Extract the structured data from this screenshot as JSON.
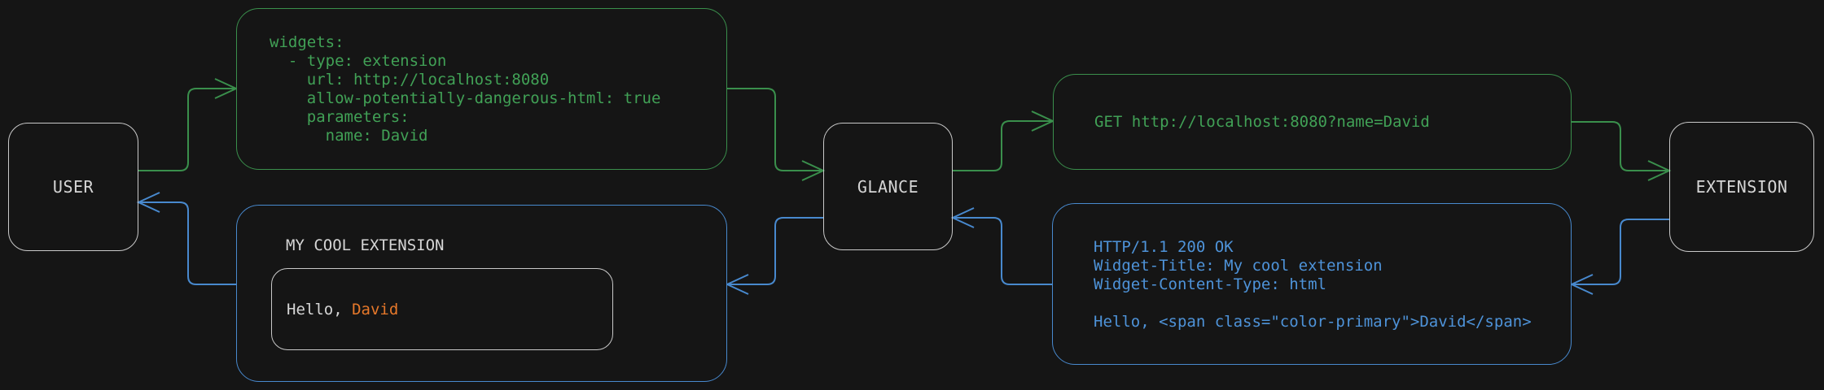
{
  "colors": {
    "background": "#151515",
    "green_line": "#3a8f4c",
    "green_text": "#41a156",
    "blue_line": "#4889ce",
    "blue_text": "#4e93d9",
    "gray_border": "#c9c9c9",
    "gray_text": "#d6d6d6",
    "orange_accent": "#e6782a"
  },
  "nodes": {
    "user": {
      "label": "USER"
    },
    "glance": {
      "label": "GLANCE"
    },
    "extension": {
      "label": "EXTENSION"
    }
  },
  "config_box": {
    "code": "widgets:\n  - type: extension\n    url: http://localhost:8080\n    allow-potentially-dangerous-html: true\n    parameters:\n      name: David"
  },
  "request_box": {
    "code": "GET http://localhost:8080?name=David"
  },
  "response_box": {
    "code": "HTTP/1.1 200 OK\nWidget-Title: My cool extension\nWidget-Content-Type: html\n\nHello, <span class=\"color-primary\">David</span>"
  },
  "widget_box": {
    "title": "MY COOL EXTENSION",
    "greeting_prefix": "Hello, ",
    "greeting_name": "David"
  }
}
